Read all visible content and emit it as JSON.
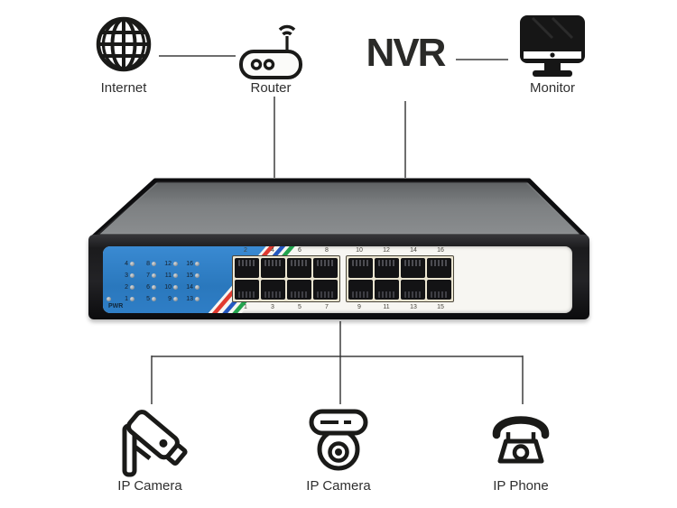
{
  "devices": {
    "internet": {
      "label": "Internet",
      "icon": "globe-icon"
    },
    "router": {
      "label": "Router",
      "icon": "router-icon"
    },
    "nvr": {
      "label": "NVR",
      "icon": "text-logo"
    },
    "monitor": {
      "label": "Monitor",
      "icon": "monitor-icon"
    },
    "camera1": {
      "label": "IP Camera",
      "icon": "bullet-camera-icon"
    },
    "camera2": {
      "label": "IP Camera",
      "icon": "dome-camera-icon"
    },
    "phone": {
      "label": "IP Phone",
      "icon": "telephone-icon"
    }
  },
  "switch": {
    "pwr_label": "PWR",
    "led_rows": [
      [
        "4",
        "8",
        "12",
        "16"
      ],
      [
        "3",
        "7",
        "11",
        "15"
      ],
      [
        "2",
        "6",
        "10",
        "14"
      ],
      [
        "1",
        "5",
        "9",
        "13"
      ]
    ],
    "port_numbers": {
      "left_top": [
        "2",
        "4",
        "6",
        "8"
      ],
      "left_bottom": [
        "1",
        "3",
        "5",
        "7"
      ],
      "right_top": [
        "10",
        "12",
        "14",
        "16"
      ],
      "right_bottom": [
        "9",
        "11",
        "13",
        "15"
      ]
    },
    "colors": {
      "panel_blue": "#2e7dc2",
      "stripe_red": "#e03a30",
      "stripe_blue": "#2458c0",
      "stripe_green": "#23a44e",
      "port_block": "#ebe5d1",
      "chassis_black": "#1b1b1d",
      "top_gray": "#7f8284",
      "faceplate": "#f7f6f2"
    }
  }
}
